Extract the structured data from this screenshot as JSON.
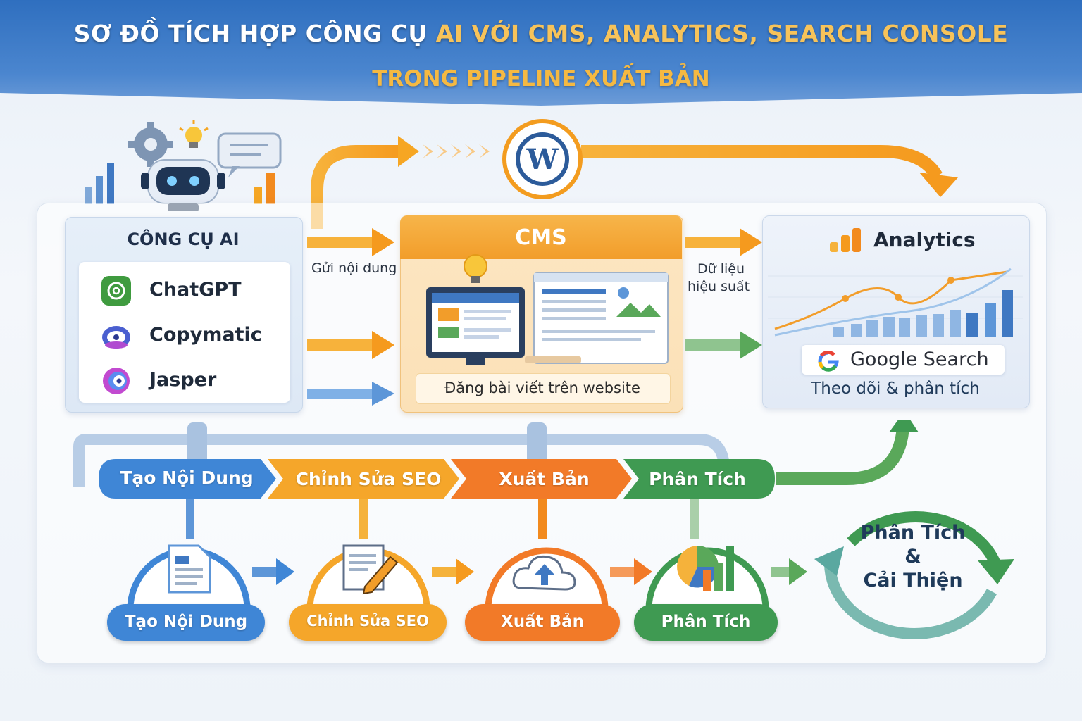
{
  "header": {
    "title_part1": "SƠ ĐỒ TÍCH HỢP CÔNG CỤ",
    "title_part2": "AI VỚI CMS, ANALYTICS, SEARCH CONSOLE",
    "subtitle": "TRONG PIPELINE XUẤT BẢN"
  },
  "ai_tools": {
    "title": "CÔNG CỤ AI",
    "items": [
      {
        "name": "ChatGPT",
        "icon": "chatgpt-logo-icon",
        "color": "#3f9b3f"
      },
      {
        "name": "Copymatic",
        "icon": "copymatic-logo-icon",
        "color": "#4a5fd0"
      },
      {
        "name": "Jasper",
        "icon": "jasper-logo-icon",
        "color": "#b04ad0"
      }
    ]
  },
  "cms": {
    "title": "CMS",
    "caption": "Đăng bài viết trên website",
    "platform_icon": "wordpress-icon"
  },
  "analytics": {
    "title": "Analytics",
    "search_label": "Google Search",
    "caption": "Theo dõi & phân tích"
  },
  "arrows": {
    "send_content": "Gửi nội dung",
    "performance_data_line1": "Dữ liệu",
    "performance_data_line2": "hiệu suất"
  },
  "pipeline": {
    "steps": [
      {
        "label": "Tạo Nội Dung",
        "color": "#3f86d6",
        "icon": "document-icon"
      },
      {
        "label": "Chỉnh Sửa SEO",
        "color": "#f2a22f",
        "icon": "edit-pencil-icon"
      },
      {
        "label": "Xuất Bản",
        "color": "#f27a28",
        "icon": "cloud-upload-icon"
      },
      {
        "label": "Phân Tích",
        "color": "#3f9a52",
        "icon": "pie-chart-icon"
      }
    ],
    "cycle": {
      "line1": "Phân Tích",
      "line2": "&",
      "line3": "Cải Thiện"
    }
  },
  "colors": {
    "header_blue": "#2f6fbf",
    "title_gold": "#f5b942",
    "cms_orange": "#f29d2a",
    "pipeline_green": "#3f9a52"
  }
}
